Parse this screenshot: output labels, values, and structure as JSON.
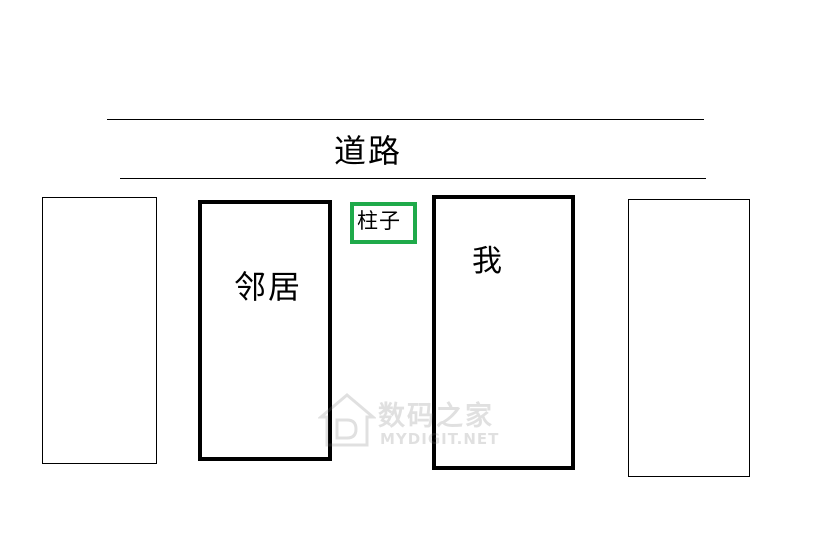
{
  "labels": {
    "road": "道路",
    "neighbor": "邻居",
    "me": "我",
    "pillar": "柱子"
  },
  "watermark": {
    "text_cn": "数码之家",
    "text_en": "MYDIGIT.NET"
  },
  "colors": {
    "pillar_border": "#1faa4a",
    "stroke": "#000000"
  }
}
